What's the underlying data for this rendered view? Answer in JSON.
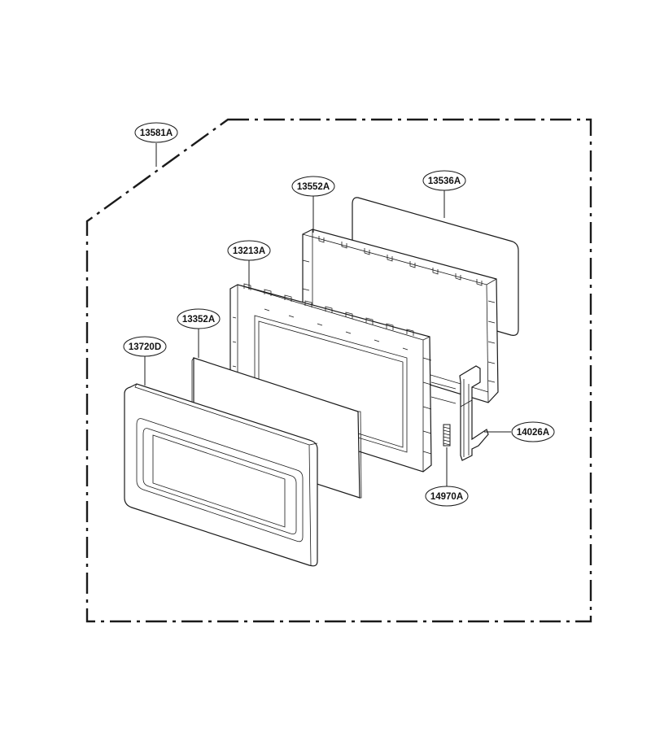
{
  "diagram": {
    "callouts": [
      {
        "id": "boundary",
        "label": "13581A"
      },
      {
        "id": "choke-cover",
        "label": "13552A"
      },
      {
        "id": "glass-panel",
        "label": "13536A"
      },
      {
        "id": "door-frame",
        "label": "13213A"
      },
      {
        "id": "screen-panel",
        "label": "13352A"
      },
      {
        "id": "door-front",
        "label": "13720D"
      },
      {
        "id": "latch-hook",
        "label": "14026A"
      },
      {
        "id": "latch-spring",
        "label": "14970A"
      }
    ]
  }
}
